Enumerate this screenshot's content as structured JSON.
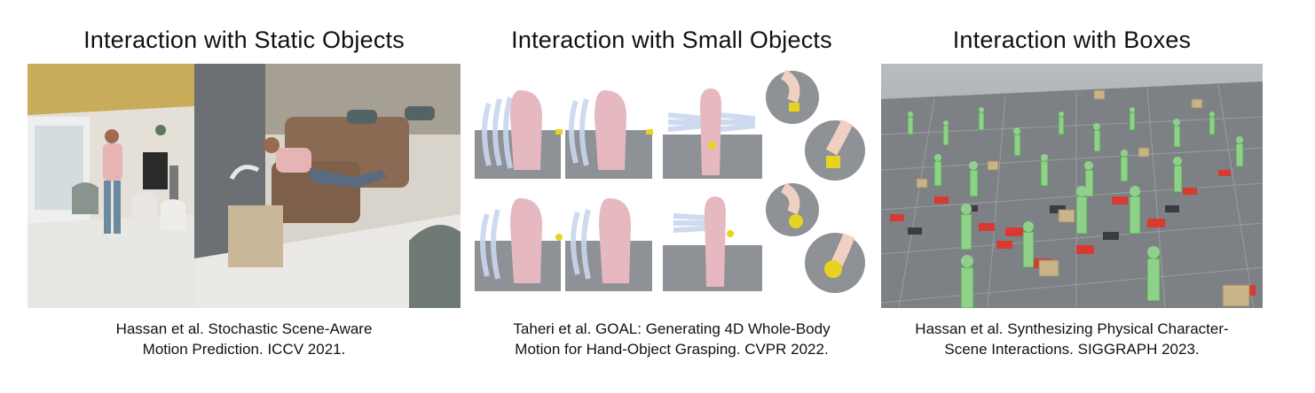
{
  "panels": [
    {
      "title": "Interaction with Static Objects",
      "caption": "Hassan et al. Stochastic Scene-Aware\nMotion Prediction. ICCV 2021."
    },
    {
      "title": "Interaction with Small Objects",
      "caption": "Taheri et al. GOAL: Generating 4D Whole-Body\nMotion for Hand-Object Grasping. CVPR 2022."
    },
    {
      "title": "Interaction with Boxes",
      "caption": "Hassan et al. Synthesizing Physical Character-\nScene Interactions. SIGGRAPH 2023."
    }
  ],
  "colors": {
    "room_wall": "#d9d3c8",
    "ceiling": "#c8ac5a",
    "sofa": "#8a6a52",
    "body_pink": "#e6b8c0",
    "ghost_hand": "#c9d6ee",
    "grasp_object": "#e8d320",
    "floor_gray": "#7d8186",
    "character_green": "#8fd18a",
    "box_tan": "#c9b48a",
    "marker_red": "#d83a30"
  }
}
